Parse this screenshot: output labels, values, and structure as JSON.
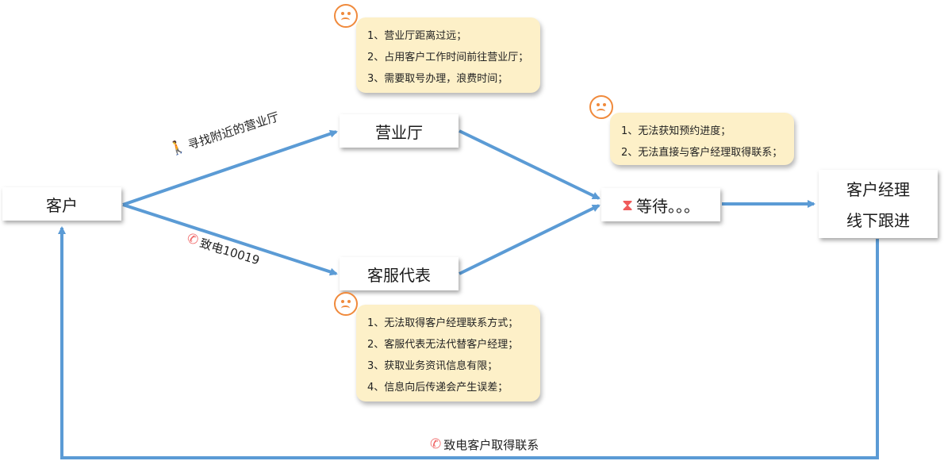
{
  "nodes": {
    "customer": "客户",
    "hall": "营业厅",
    "service": "客服代表",
    "waiting": "等待。。。",
    "manager_line1": "客户经理",
    "manager_line2": "线下跟进"
  },
  "edge_labels": {
    "find_hall": "寻找附近的营业厅",
    "call_service": "致电10019",
    "call_customer": "致电客户取得联系"
  },
  "notes": {
    "hall": [
      "1、营业厅距离过远；",
      "2、占用客户工作时间前往营业厅；",
      "3、需要取号办理，浪费时间；"
    ],
    "waiting": [
      "1、无法获知预约进度；",
      "2、无法直接与客户经理取得联系；"
    ],
    "service": [
      "1、无法取得客户经理联系方式；",
      "2、客服代表无法代替客户经理；",
      "3、获取业务资讯信息有限；",
      "4、信息向后传递会产生误差；"
    ]
  },
  "icons": {
    "walk": "walking-person-icon",
    "phone": "phone-icon",
    "hourglass": "hourglass-icon",
    "sad": "sad-face-icon"
  },
  "colors": {
    "arrow": "#5b9bd5",
    "note_bg": "#fdf0c8",
    "sad_face": "#f08a3c",
    "icon_red": "#f06a6a"
  }
}
